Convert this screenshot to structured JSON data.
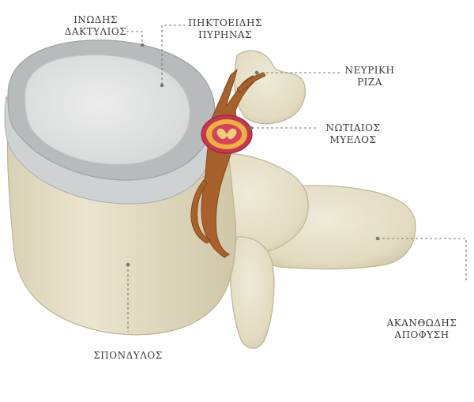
{
  "labels": {
    "annulus": [
      "ΙΝΩΔΗΣ",
      "ΔΑΚΤΥΛΙΟΣ"
    ],
    "nucleus": [
      "ΠΗΚΤΟΕΙΔΗΣ",
      "ΠΥΡΗΝΑΣ"
    ],
    "nerve_root": [
      "ΝΕΥΡΙΚΗ",
      "ΡΙΖΑ"
    ],
    "spinal_cord": [
      "ΝΩΤΙΑΙΟΣ",
      "ΜΥΕΛΟΣ"
    ],
    "spinous_process": [
      "ΑΚΑΝΘΩΔΗΣ",
      "ΑΠΟΦΥΣΗ"
    ],
    "vertebra": [
      "ΣΠΟΝΔΥΛΟΣ"
    ]
  },
  "colors": {
    "bone": "#e6e0c8",
    "bone_shadow": "#c9c2a3",
    "disc_ring": "#b9bcbd",
    "disc_nucleus": "#e3e4e4",
    "nerve": "#a6602a",
    "cord_outer": "#d63a5a",
    "cord_inner": "#e8b23c",
    "leader": "#777777"
  }
}
